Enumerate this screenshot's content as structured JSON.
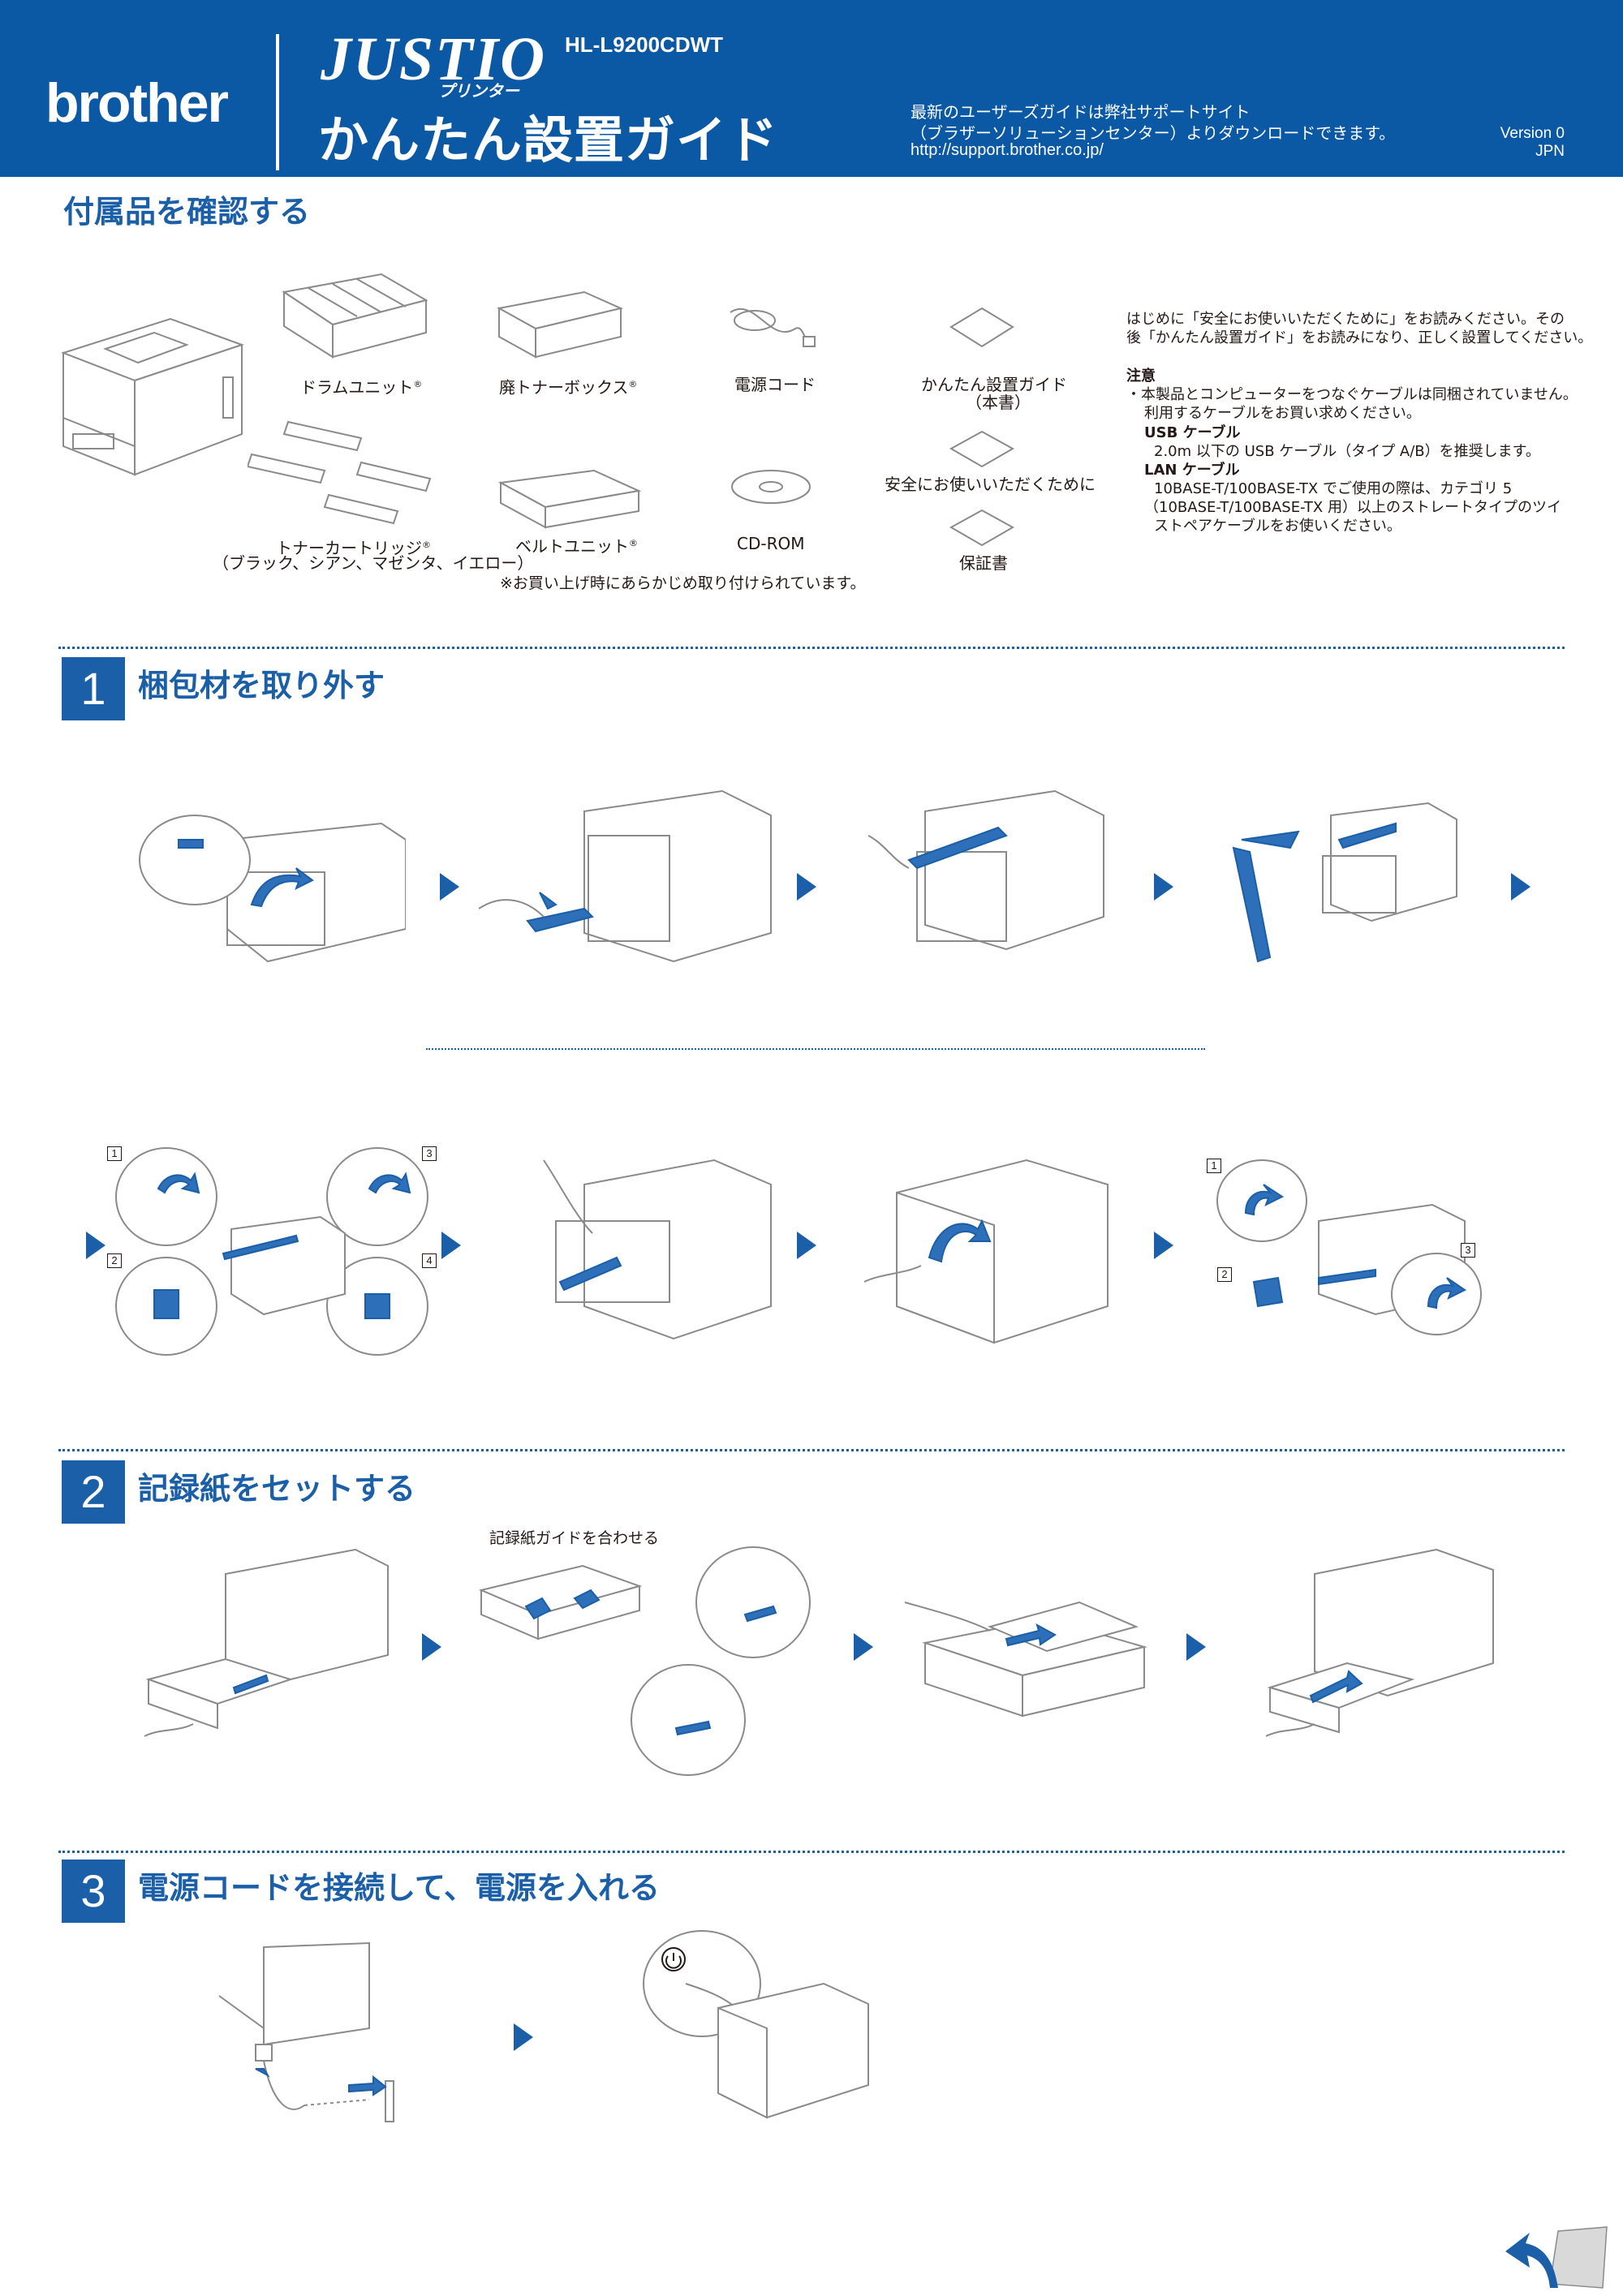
{
  "header": {
    "brand": "brother",
    "series": "JUSTIO",
    "series_sub": "プリンター",
    "model": "HL-L9200CDWT",
    "guide_title": "かんたん設置ガイド",
    "download_line1": "最新のユーザーズガイドは弊社サポートサイト",
    "download_line2": "（ブラザーソリューションセンター）よりダウンロードできます。",
    "download_url": "http://support.brother.co.jp/",
    "version": "Version 0",
    "region": "JPN"
  },
  "contents": {
    "title": "付属品を確認する",
    "items": {
      "drum": "ドラムユニット",
      "waste": "廃トナーボックス",
      "cord": "電源コード",
      "quick_guide_1": "かんたん設置ガイド",
      "quick_guide_2": "（本書）",
      "toner": "トナーカートリッジ",
      "toner_colors": "（ブラック、シアン、マゼンタ、イエロー）",
      "belt": "ベルトユニット",
      "cdrom": "CD-ROM",
      "safety": "安全にお使いいただくために",
      "warranty": "保証書",
      "reg": "®"
    },
    "preinstalled_note": "※お買い上げ時にあらかじめ取り付けられています。",
    "intro_1": "はじめに「安全にお使いいただくために」をお読みください。その",
    "intro_2": "後「かんたん設置ガイド」をお読みになり、正しく設置してください。",
    "note_title": "注意",
    "note_1": "・本製品とコンピューターをつなぐケーブルは同梱されていません。",
    "note_2": "利用するケーブルをお買い求めください。",
    "usb_title": "USB ケーブル",
    "usb_text": "2.0m 以下の USB ケーブル（タイプ A/B）を推奨します。",
    "lan_title": "LAN ケーブル",
    "lan_1": "10BASE-T/100BASE-TX でご使用の際は、カテゴリ 5",
    "lan_2": "（10BASE-T/100BASE-TX 用）以上のストレートタイプのツイ",
    "lan_3": "ストペアケーブルをお使いください。"
  },
  "steps": [
    {
      "number": "1",
      "title": "梱包材を取り外す"
    },
    {
      "number": "2",
      "title": "記録紙をセットする",
      "paper_guide_caption": "記録紙ガイドを合わせる"
    },
    {
      "number": "3",
      "title": "電源コードを接続して、電源を入れる"
    }
  ],
  "callouts": [
    "1",
    "2",
    "3",
    "4"
  ],
  "icons": [
    "printer-icon",
    "arrow-right-icon",
    "return-arrow-icon",
    "power-button-icon"
  ],
  "colors": {
    "brand_blue": "#0b58a4",
    "accent_blue": "#1a5fa8",
    "line_gray": "#8a8a8a"
  }
}
